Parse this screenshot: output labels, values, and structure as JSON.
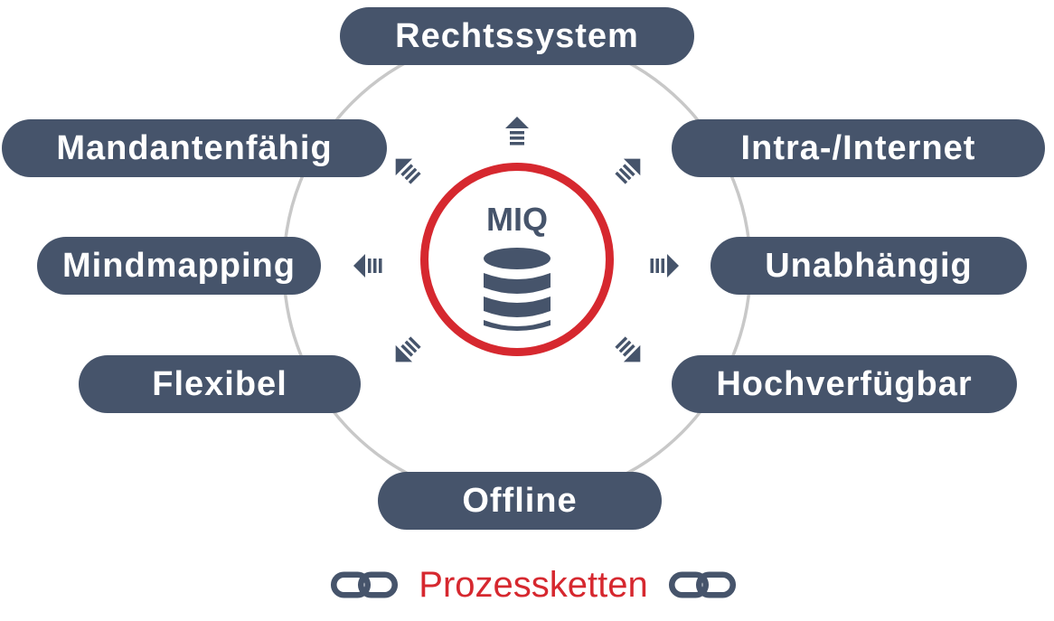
{
  "center": {
    "label": "MIQ",
    "icon": "database-icon"
  },
  "features": {
    "rechtssystem": "Rechtssystem",
    "mandantenfaehig": "Mandantenfähig",
    "intra_internet": "Intra-/Internet",
    "mindmapping": "Mindmapping",
    "unabhaengig": "Unabhängig",
    "flexibel": "Flexibel",
    "hochverfuegbar": "Hochverfügbar",
    "offline": "Offline"
  },
  "footer": {
    "label": "Prozessketten",
    "icon": "chain-link-icon"
  },
  "colors": {
    "pill": "#46546b",
    "accent": "#d6282f",
    "ring": "#c8c8c8"
  }
}
